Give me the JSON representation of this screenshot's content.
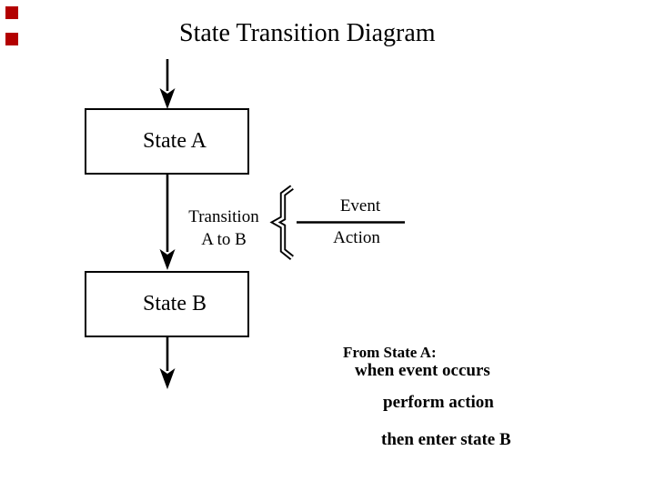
{
  "slide": {
    "title": "State Transition Diagram",
    "decor": {
      "square_color": "#b30000"
    },
    "nodes": {
      "state_a": "State A",
      "state_b": "State B"
    },
    "transition": {
      "label_line1": "Transition",
      "label_line2": "A to B",
      "event_label": "Event",
      "action_label": "Action"
    },
    "notes": [
      "From State A:",
      "when event occurs",
      "perform action",
      "then enter state B"
    ]
  }
}
